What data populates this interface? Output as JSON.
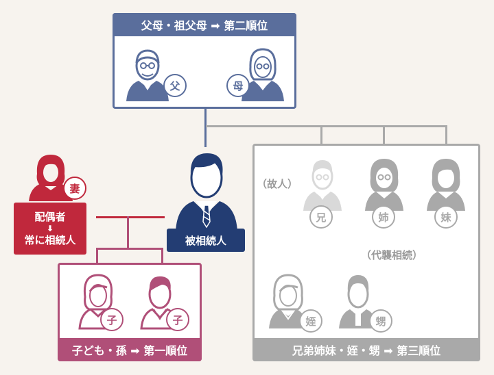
{
  "groups": {
    "parents": {
      "header": "父母・祖父母 ➡ 第二順位",
      "father_badge": "父",
      "mother_badge": "母"
    },
    "children": {
      "header": "子ども・孫 ➡ 第一順位",
      "child1_badge": "子",
      "child2_badge": "子"
    },
    "siblings": {
      "header": "兄弟姉妹・姪・甥 ➡ 第三順位",
      "brother_badge": "兄",
      "older_sister_badge": "姉",
      "younger_sister_badge": "妹",
      "niece_badge": "姪",
      "nephew_badge": "甥",
      "deceased_note": "（故人）",
      "representation_note": "（代襲相続）"
    }
  },
  "spouse": {
    "badge": "妻",
    "label_line1": "配偶者",
    "arrow": "⬇",
    "label_line2": "常に相続人"
  },
  "decedent": {
    "label": "被相続人"
  },
  "colors": {
    "blue_group": "#5a6e9c",
    "decedent_navy": "#233d73",
    "spouse_red": "#c0283c",
    "children_pink": "#b04f78",
    "siblings_gray": "#a9a9a9",
    "background": "#f7f3ee"
  }
}
